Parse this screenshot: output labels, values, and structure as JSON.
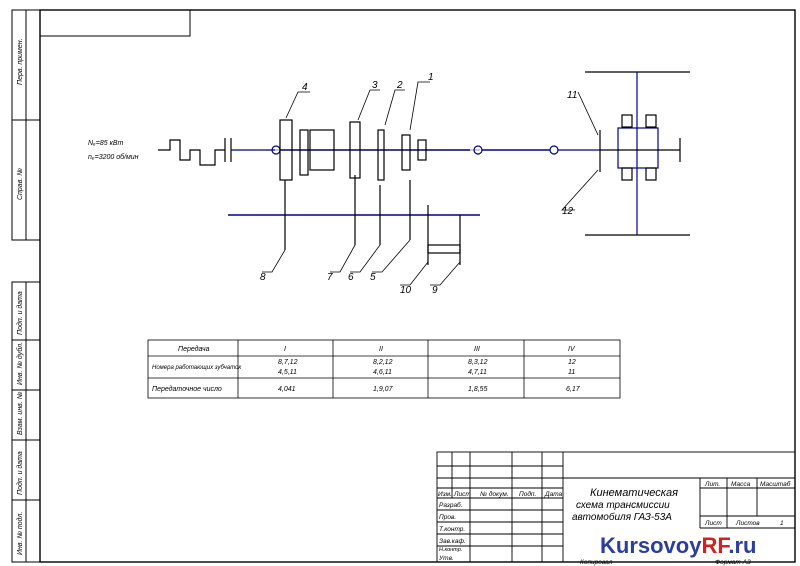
{
  "input": {
    "power": "Nₑ=85 кВт",
    "speed": "nₑ=3200 об/мин"
  },
  "part_numbers": [
    "1",
    "2",
    "3",
    "4",
    "5",
    "6",
    "7",
    "8",
    "9",
    "10",
    "11",
    "12"
  ],
  "side_stamp": [
    "Перв. примен.",
    "Справ. №",
    "Подп. и дата",
    "Инв. № дубл.",
    "Взам. инв. №",
    "Подп. и дата",
    "Инв. № подл."
  ],
  "table": {
    "header": [
      "Передача",
      "I",
      "II",
      "III",
      "IV"
    ],
    "rows": [
      {
        "label": "Номера работающих зубчаток",
        "values": [
          [
            "8,7,12",
            "4,5,11"
          ],
          [
            "8,2,12",
            "4,6,11"
          ],
          [
            "8,3,12",
            "4,7,11"
          ],
          [
            "12",
            "11"
          ]
        ]
      },
      {
        "label": "Передаточное число",
        "values": [
          [
            "4,041"
          ],
          [
            "1,9,07"
          ],
          [
            "1,8,55"
          ],
          [
            "6,17"
          ]
        ]
      }
    ]
  },
  "title_block": {
    "title_lines": [
      "Кинематическая",
      "схема трансмиссии",
      "автомобиля ГАЗ-53А"
    ],
    "columns": [
      "Изм.",
      "Лист",
      "№ докум.",
      "Подп.",
      "Дата"
    ],
    "roles": [
      "Разраб.",
      "Пров.",
      "Т.контр.",
      "Зав.каф.",
      "Н.контр.",
      "Утв."
    ],
    "right_header": [
      "Лит.",
      "Масса",
      "Масштаб"
    ],
    "sheet_label": "Лист",
    "sheets_label": "Листов",
    "sheets_value": "1",
    "copied": "Копировал",
    "format": "Формат А3"
  },
  "watermark": {
    "part1": "Kursovoy",
    "part2": "RF",
    "part3": ".ru"
  }
}
